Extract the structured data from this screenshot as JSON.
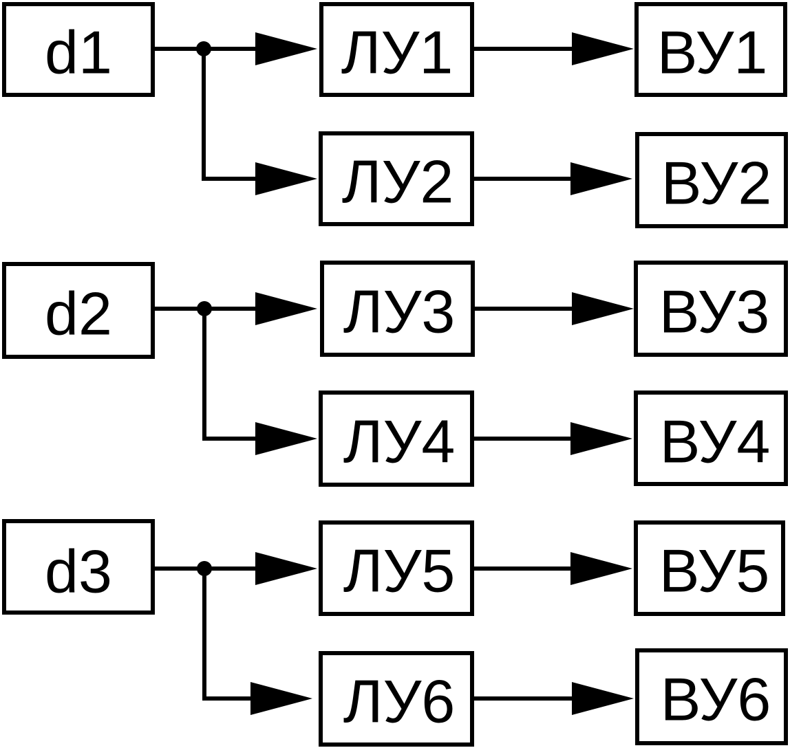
{
  "groups": [
    {
      "source": "d1",
      "branches": [
        {
          "logic": "ЛУ1",
          "output": "ВУ1"
        },
        {
          "logic": "ЛУ2",
          "output": "ВУ2"
        }
      ]
    },
    {
      "source": "d2",
      "branches": [
        {
          "logic": "ЛУ3",
          "output": "ВУ3"
        },
        {
          "logic": "ЛУ4",
          "output": "ВУ4"
        }
      ]
    },
    {
      "source": "d3",
      "branches": [
        {
          "logic": "ЛУ5",
          "output": "ВУ5"
        },
        {
          "logic": "ЛУ6",
          "output": "ВУ6"
        }
      ]
    }
  ]
}
